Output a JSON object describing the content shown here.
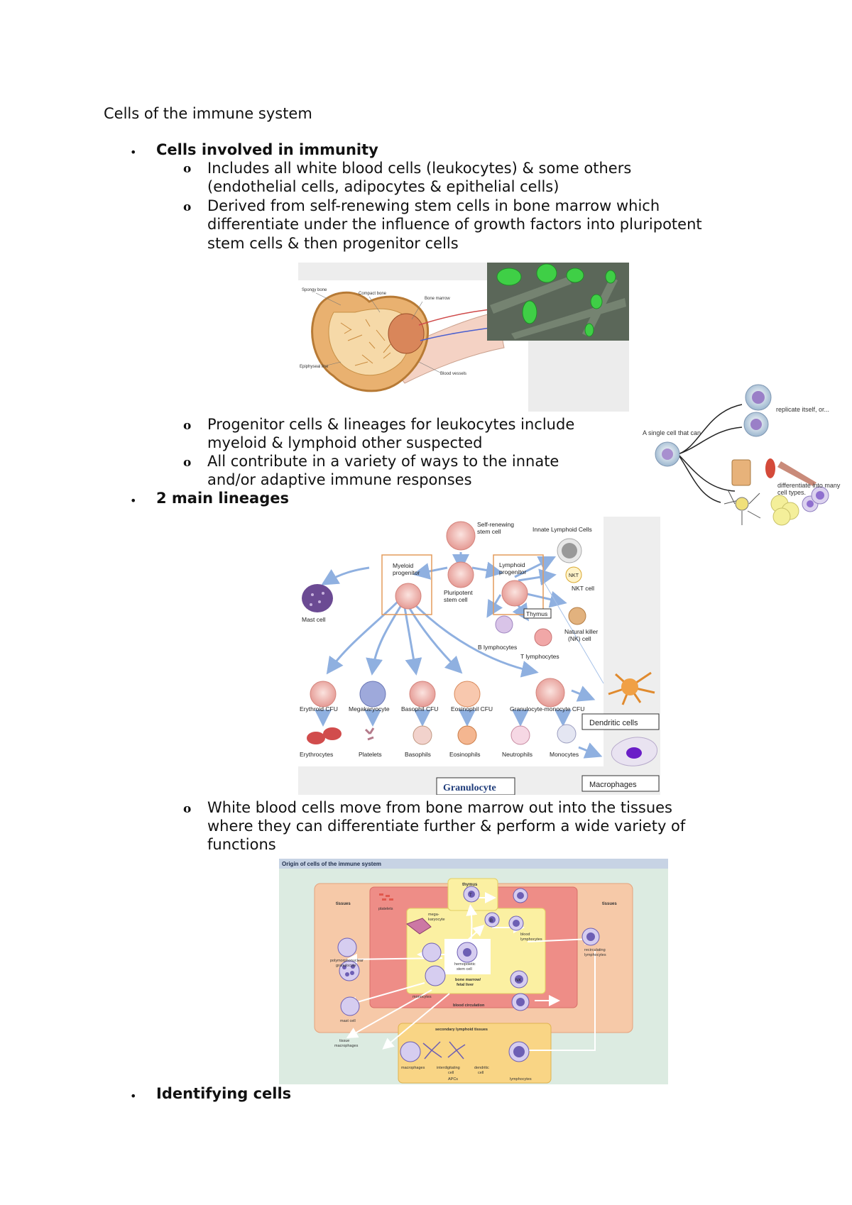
{
  "title": "Cells of the immune system",
  "sections": [
    {
      "heading": "Cells involved in immunity"
    },
    {
      "heading": "2 main lineages"
    },
    {
      "heading": "Identifying cells"
    }
  ],
  "paragraphs": {
    "p1": [
      "Includes all white blood cells (leukocytes) & some others",
      "(endothelial cells, adipocytes & epithelial cells)"
    ],
    "p2": [
      "Derived from self-renewing stem cells in bone marrow which",
      "differentiate under the influence of growth factors into pluripotent",
      "stem cells & then progenitor cells"
    ],
    "p3": [
      "Progenitor cells & lineages for leukocytes include",
      "myeloid & lymphoid other suspected"
    ],
    "p4": [
      "All contribute in a variety of ways to the innate",
      "and/or adaptive immune responses"
    ],
    "p5": [
      "White blood cells move from bone marrow out into the tissues",
      "where they can differentiate further & perform a wide variety of",
      "functions"
    ]
  },
  "bullets": {
    "main": "•",
    "sub": "o"
  },
  "figures": {
    "bone": {
      "labels": [
        "Spongy bone",
        "Compact bone",
        "Bone marrow",
        "Epiphyseal line",
        "Blood vessels"
      ]
    },
    "stem_cell": {
      "labels": [
        "A single cell that can",
        "replicate itself, or...",
        "differentiate into many",
        "cell types."
      ]
    },
    "lineage": {
      "labels": {
        "self_renewing": [
          "Self-renewing",
          "stem cell"
        ],
        "innate_lymphoid": "Innate Lymphoid Cells",
        "myeloid": [
          "Myeloid",
          "progenitor"
        ],
        "lymphoid": [
          "Lymphoid",
          "progenitor"
        ],
        "pluripotent": [
          "Pluripotent",
          "stem cell"
        ],
        "nkt": "NKT",
        "nkt_cell": "NKT cell",
        "mast": "Mast cell",
        "thymus": "Thymus",
        "nk": [
          "Natural killer",
          "(NK) cell"
        ],
        "b": "B lymphocytes",
        "t": "T lymphocytes",
        "erythroid": "Erythroid CFU",
        "megakaryocyte": "Megakaryocyte",
        "basophil_cfu": "Basophil CFU",
        "eosinophil_cfu": "Eosinophil CFU",
        "gm_cfu": "Granulocyte-monocyte CFU",
        "erythrocytes": "Erythrocytes",
        "platelets": "Platelets",
        "basophils": "Basophils",
        "eosinophils": "Eosinophils",
        "neutrophils": "Neutrophils",
        "monocytes": "Monocytes",
        "dendritic": "Dendritic cells",
        "granulocyte": "Granulocyte",
        "macrophages": "Macrophages"
      }
    },
    "origin": {
      "title": "Origin of cells of the immune system",
      "labels": {
        "thymus": "thymus",
        "tissues_left": "tissues",
        "tissues_right": "tissues",
        "platelets": "platelets",
        "megakaryocyte": [
          "mega-",
          "karyocyte"
        ],
        "blood_lymph": [
          "blood",
          "lymphocytes"
        ],
        "recirc": [
          "recirculating",
          "lymphocytes"
        ],
        "pmn": [
          "polymorphonuclear",
          "granulocyte"
        ],
        "hsc": [
          "hemopoietic",
          "stem cell"
        ],
        "bm": [
          "bone marrow/",
          "fetal liver"
        ],
        "mast": "mast cell",
        "monocytes": "monocytes",
        "blood_circ": "blood circulation",
        "tissue_mac": [
          "tissue",
          "macrophages"
        ],
        "secondary": "secondary lymphoid tissues",
        "macrophages": "macrophages",
        "interdig": [
          "interdigitating",
          "cell"
        ],
        "dendritic": [
          "dendritic",
          "cell"
        ],
        "apcs": "APCs",
        "lymphocytes": "lymphocytes",
        "t": "T",
        "b": "B",
        "nk": "NK"
      }
    }
  }
}
